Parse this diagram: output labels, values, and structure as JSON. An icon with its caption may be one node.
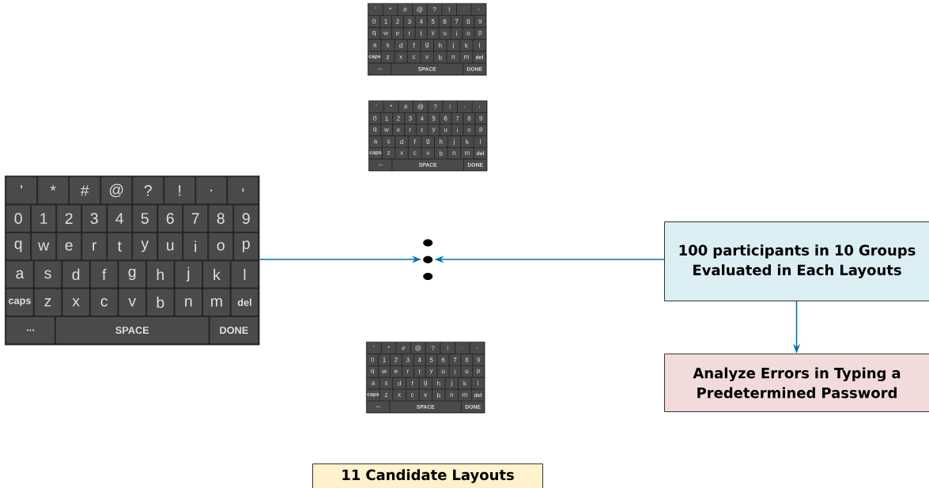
{
  "diagram": {
    "nodes": [
      {
        "text": [
          "'",
          "*",
          "#",
          "@",
          "?",
          "!",
          ".",
          ",",
          "0",
          "1",
          "2",
          "3",
          "4",
          "5",
          "6",
          "7",
          "8",
          "9",
          "q",
          "w",
          "e",
          "r",
          "t",
          "y",
          "u",
          "i",
          "o",
          "p",
          "a",
          "s",
          "d",
          "f",
          "g",
          "h",
          "j",
          "k",
          "l",
          "caps",
          "z",
          "x",
          "c",
          "v",
          "b",
          "n",
          "m",
          "del",
          "...",
          "SPACE",
          "DONE"
        ]
      },
      {
        "text": [
          "'",
          "*",
          "#",
          "@",
          "?",
          "!",
          ".",
          ",",
          "0",
          "1",
          "2",
          "3",
          "4",
          "5",
          "6",
          "7",
          "8",
          "9",
          "q",
          "w",
          "e",
          "r",
          "t",
          "y",
          "u",
          "i",
          "o",
          "p",
          "a",
          "s",
          "d",
          "f",
          "g",
          "h",
          "j",
          "k",
          "l",
          "caps",
          "z",
          "x",
          "c",
          "v",
          "b",
          "n",
          "m",
          "del",
          "...",
          "SPACE",
          "DONE"
        ]
      },
      {
        "text": [
          "'",
          "*",
          "#",
          "@",
          "?",
          "!",
          ".",
          ",",
          "0",
          "1",
          "2",
          "3",
          "4",
          "5",
          "6",
          "7",
          "8",
          "9",
          "q",
          "w",
          "e",
          "r",
          "t",
          "y",
          "u",
          "i",
          "o",
          "p",
          "a",
          "s",
          "d",
          "f",
          "g",
          "h",
          "j",
          "k",
          "l",
          "caps",
          "z",
          "x",
          "c",
          "v",
          "b",
          "n",
          "m",
          "del",
          "...",
          "SPACE",
          "DONE"
        ]
      },
      {
        "text": [],
        "shape": "dots"
      },
      {
        "text": [
          "'",
          "*",
          "#",
          "@",
          "?",
          "!",
          ".",
          ",",
          "0",
          "1",
          "2",
          "3",
          "4",
          "5",
          "6",
          "7",
          "8",
          "9",
          "q",
          "w",
          "e",
          "r",
          "t",
          "y",
          "u",
          "i",
          "o",
          "p",
          "a",
          "s",
          "d",
          "f",
          "g",
          "h",
          "j",
          "k",
          "l",
          "caps",
          "z",
          "x",
          "c",
          "v",
          "b",
          "n",
          "m",
          "del",
          "...",
          "SPACE",
          "DONE"
        ]
      },
      {
        "text": [
          "11  Candidate Layouts"
        ]
      },
      {
        "text": [
          "100 participants in 10 Groups Evaluated in Each Layouts"
        ]
      },
      {
        "text": [
          "Analyze Errors in Typing a Predetermined Password"
        ]
      }
    ],
    "edges": [
      {
        "from": 0,
        "to": 3,
        "arrow": "to"
      },
      {
        "from": 6,
        "to": 3,
        "arrow": "to"
      },
      {
        "from": 6,
        "to": 7,
        "arrow": "to"
      }
    ]
  }
}
